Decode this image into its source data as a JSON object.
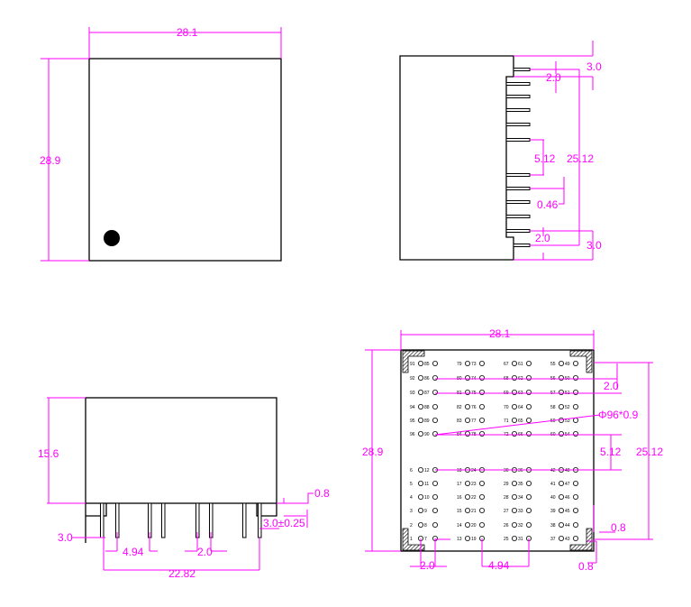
{
  "top_view": {
    "width": "28.1",
    "height": "28.9"
  },
  "side_view": {
    "top_offset": "3.0",
    "pin_pitch_top": "2.0",
    "group_gap": "5.12",
    "span": "25.12",
    "pin_thickness": "0.46",
    "pin_pitch_bottom": "2.0",
    "bottom_offset": "3.0"
  },
  "front_view": {
    "height": "15.6",
    "edge_offset": "3.0",
    "group_gap": "4.94",
    "pin_pitch": "2.0",
    "span": "22.82",
    "pin_length": "3.0±0.25",
    "standoff": "0.8"
  },
  "bottom_view": {
    "width": "28.1",
    "height": "28.9",
    "pin_pitch_v": "2.0",
    "hole_spec": "Φ96*0.9",
    "group_gap_v": "5.12",
    "span_v": "25.12",
    "edge_h": "0.8",
    "edge_v": "0.8",
    "pin_pitch_h": "2.0",
    "group_gap_h": "4.94"
  },
  "pins": {
    "top_a": [
      [
        91,
        92,
        93,
        94,
        95,
        96
      ],
      [
        79,
        80,
        81,
        82,
        83,
        84
      ],
      [
        67,
        68,
        69,
        70,
        71,
        72
      ],
      [
        55,
        56,
        57,
        58,
        59,
        60
      ]
    ],
    "top_b": [
      [
        85,
        86,
        87,
        88,
        89,
        90
      ],
      [
        73,
        74,
        75,
        76,
        77,
        78
      ],
      [
        61,
        62,
        63,
        64,
        65,
        66
      ],
      [
        49,
        50,
        51,
        52,
        53,
        54
      ]
    ],
    "bot_a": [
      [
        6,
        5,
        4,
        3,
        2,
        1
      ],
      [
        18,
        17,
        16,
        15,
        14,
        13
      ],
      [
        30,
        29,
        28,
        27,
        26,
        25
      ],
      [
        42,
        41,
        40,
        39,
        38,
        37
      ]
    ],
    "bot_b": [
      [
        12,
        11,
        10,
        9,
        8,
        7
      ],
      [
        24,
        23,
        22,
        21,
        20,
        19
      ],
      [
        36,
        35,
        34,
        33,
        32,
        31
      ],
      [
        48,
        47,
        46,
        45,
        44,
        43
      ]
    ]
  }
}
